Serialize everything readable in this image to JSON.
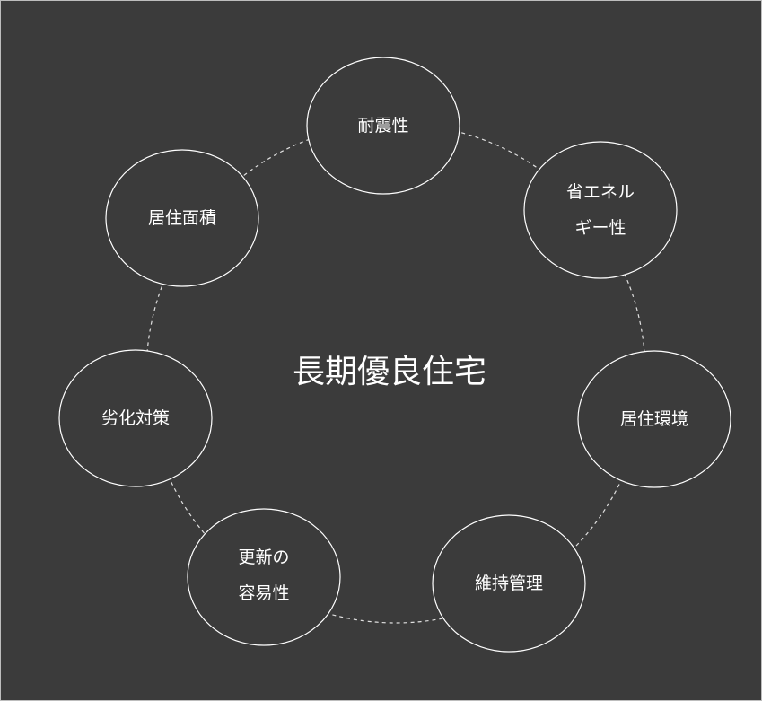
{
  "title": "長期優良住宅",
  "nodes": [
    {
      "lines": [
        "耐震性"
      ]
    },
    {
      "lines": [
        "省エネル",
        "ギー性"
      ]
    },
    {
      "lines": [
        "居住環境"
      ]
    },
    {
      "lines": [
        "維持管理"
      ]
    },
    {
      "lines": [
        "更新の",
        "容易性"
      ]
    },
    {
      "lines": [
        "劣化対策"
      ]
    },
    {
      "lines": [
        "居住面積"
      ]
    }
  ],
  "colors": {
    "background": "#3b3b3b",
    "stroke": "#ffffff"
  }
}
